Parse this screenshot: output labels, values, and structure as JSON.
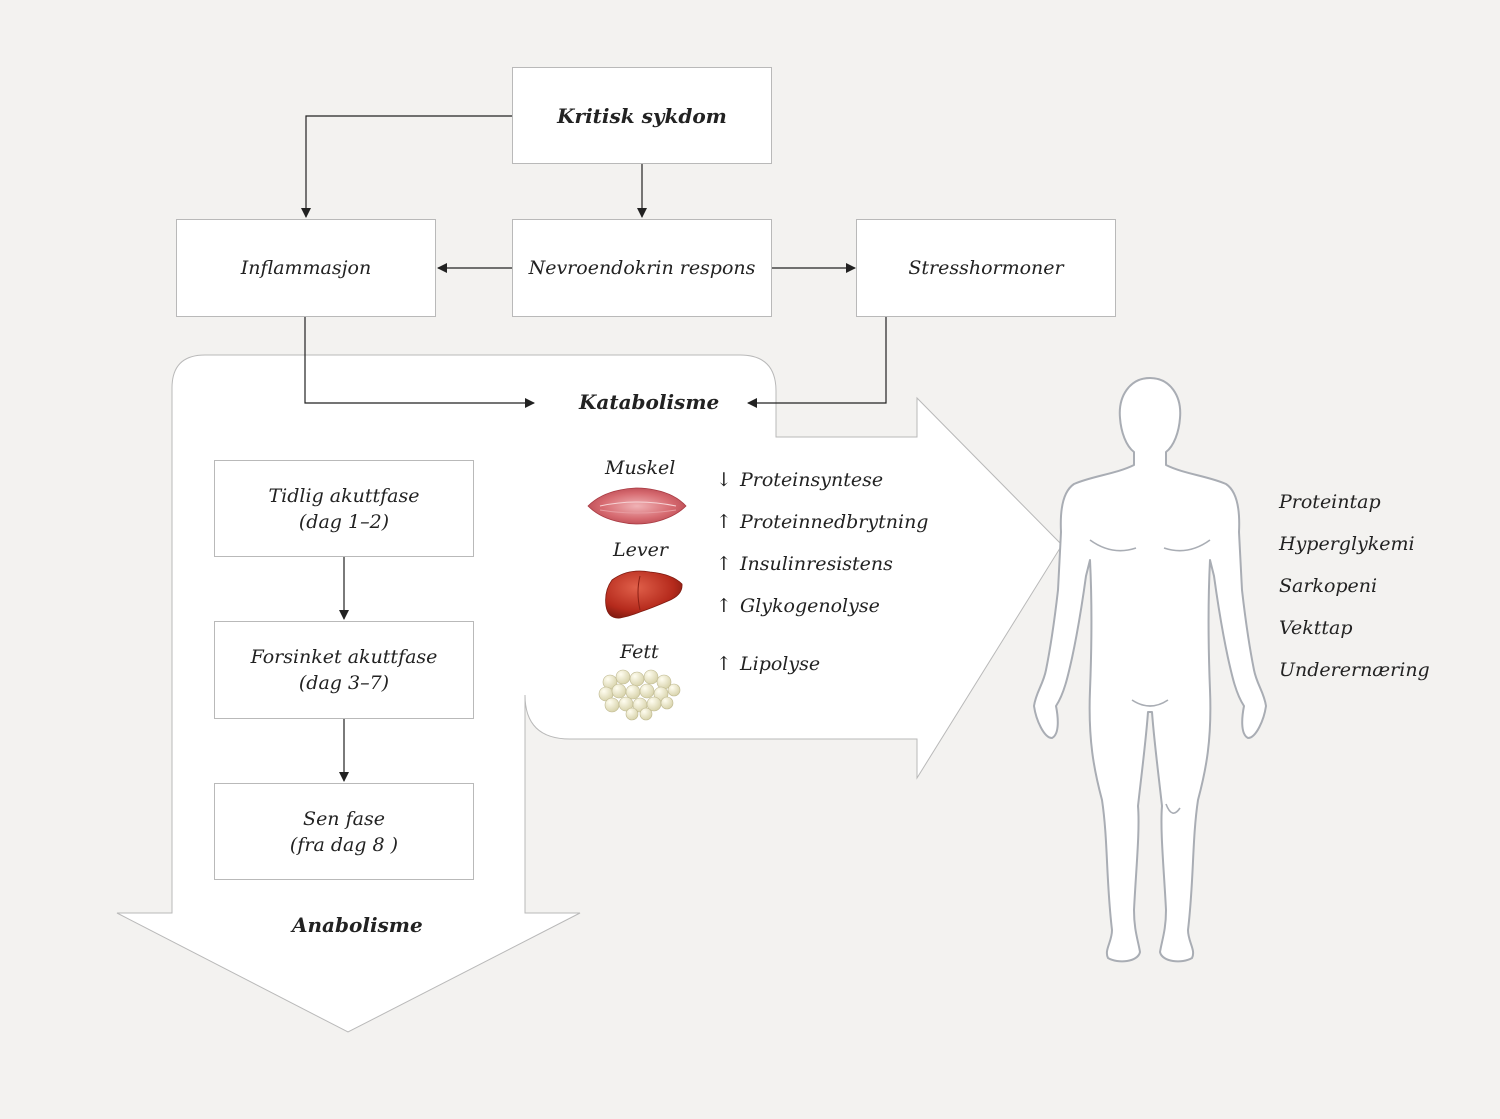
{
  "top_box": "Kritisk sykdom",
  "middle_row": {
    "left": "Inflammasjon",
    "center": "Nevroendokrin respons",
    "right": "Stresshormoner"
  },
  "katabolisme": "Katabolisme",
  "anabolisme": "Anabolisme",
  "phases": [
    {
      "line1": "Tidlig akuttfase",
      "line2": "(dag 1–2)"
    },
    {
      "line1": "Forsinket akuttfase",
      "line2": "(dag 3–7)"
    },
    {
      "line1": "Sen fase",
      "line2": "(fra dag 8 )"
    }
  ],
  "organs": [
    {
      "label": "Muskel",
      "icon": "muscle-icon"
    },
    {
      "label": "Lever",
      "icon": "liver-icon"
    },
    {
      "label": "Fett",
      "icon": "fat-cells-icon"
    }
  ],
  "effects": [
    {
      "arrow": "↓",
      "text": "Proteinsyntese"
    },
    {
      "arrow": "↑",
      "text": "Proteinnedbrytning"
    },
    {
      "arrow": "↑",
      "text": "Insulinresistens"
    },
    {
      "arrow": "↑",
      "text": "Glykogenolyse"
    },
    {
      "arrow": "↑",
      "text": "Lipolyse"
    }
  ],
  "outcomes": [
    "Proteintap",
    "Hyperglykemi",
    "Sarkopeni",
    "Vekttap",
    "Underernæring"
  ],
  "colors": {
    "background": "#f3f2f0",
    "box_border": "#b9b9b9",
    "body_outline": "#a9adb4",
    "muscle": "#c9545c",
    "liver": "#b52a1c",
    "fat": "#ece9cc"
  }
}
